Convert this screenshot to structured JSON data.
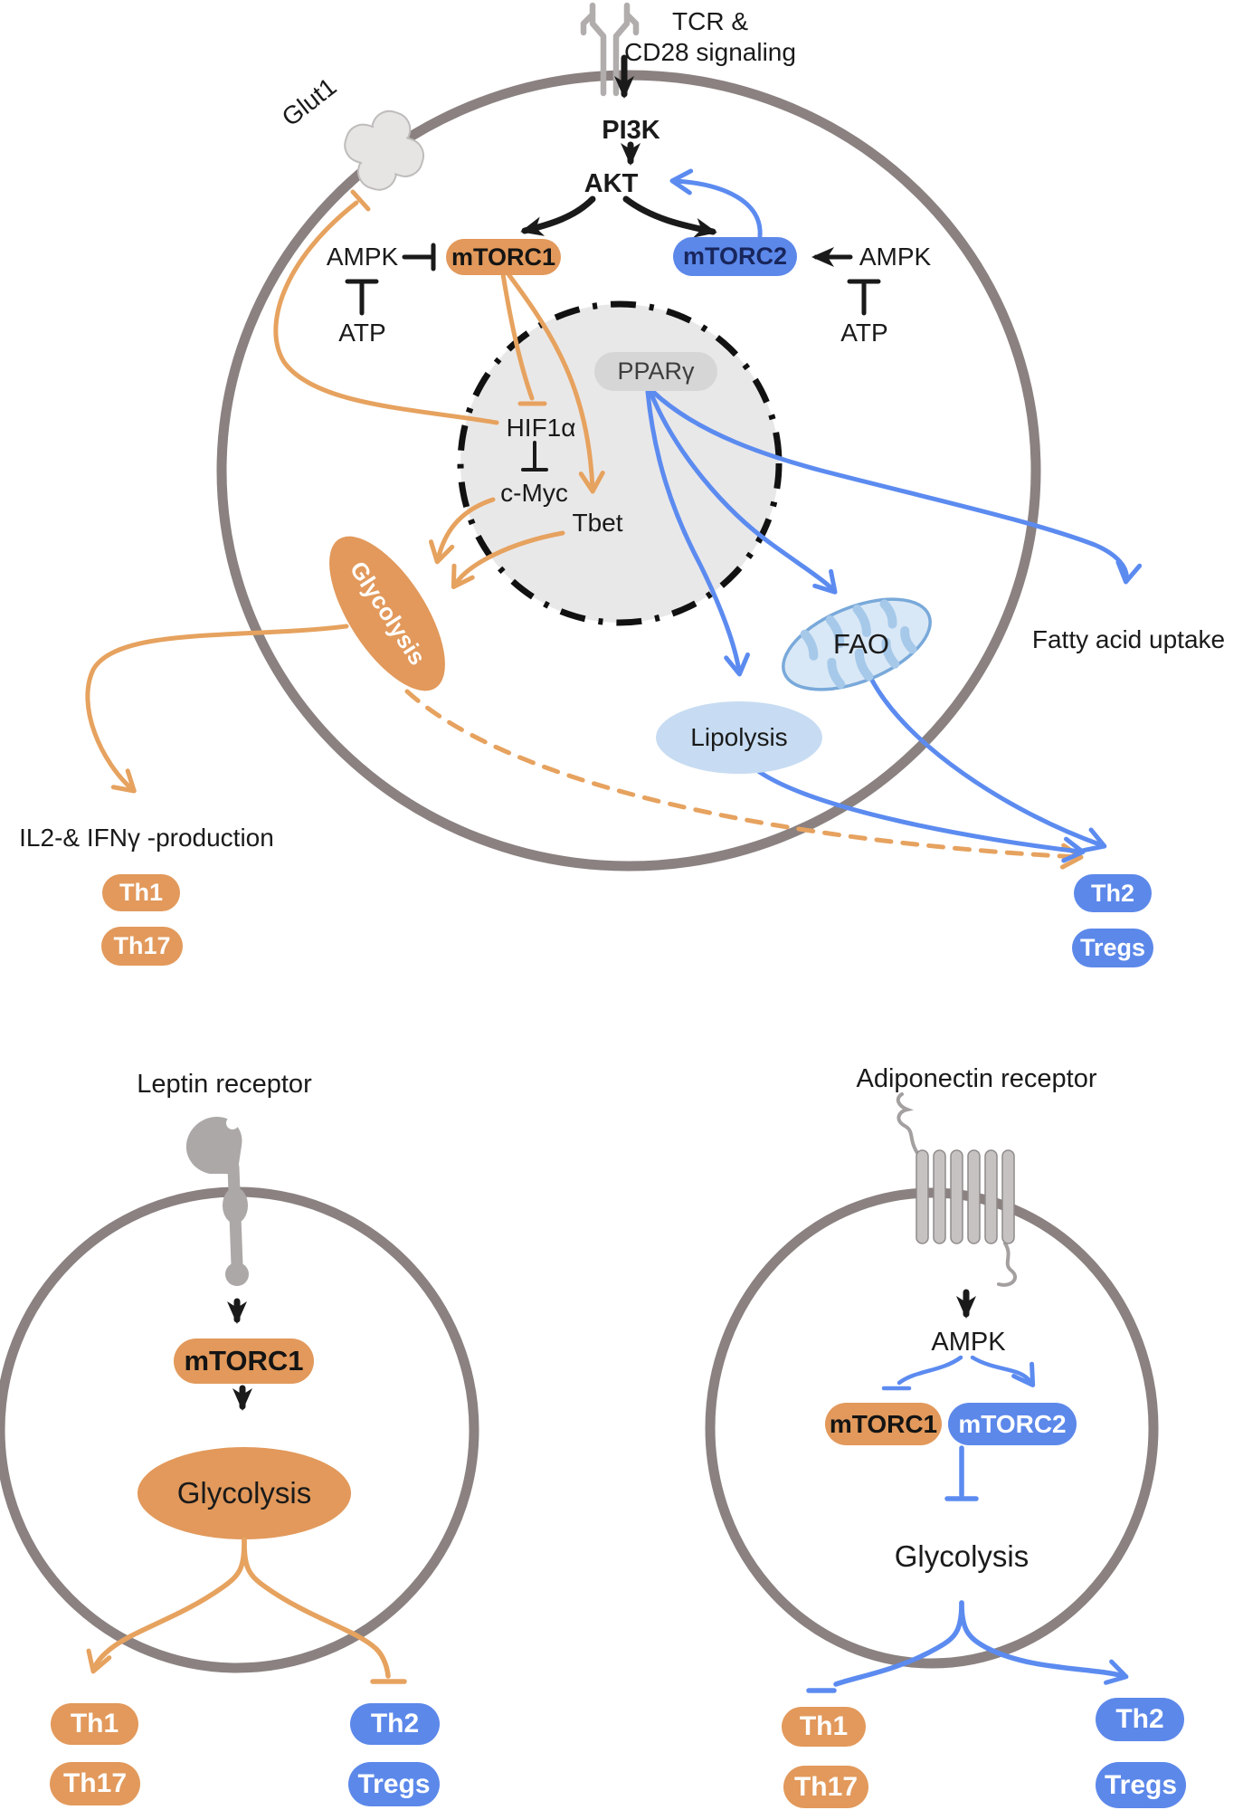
{
  "top": {
    "tcr_line1": "TCR &",
    "tcr_line2": "CD28 signaling",
    "glut1": "Glut1",
    "pi3k": "PI3K",
    "akt": "AKT",
    "ampk_left": "AMPK",
    "atp_left": "ATP",
    "ampk_right": "AMPK",
    "atp_right": "ATP",
    "mtorc1": "mTORC1",
    "mtorc2": "mTORC2",
    "ppargamma": "PPARγ",
    "hif1a": "HIF1α",
    "cmyc": "c-Myc",
    "tbet": "Tbet",
    "glycolysis": "Glycolysis",
    "lipolysis": "Lipolysis",
    "fao": "FAO",
    "fatty_acid_uptake": "Fatty acid uptake",
    "il2_ifn": "IL2-& IFNγ -production",
    "th1": "Th1",
    "th17": "Th17",
    "th2": "Th2",
    "tregs": "Tregs"
  },
  "leptin": {
    "title": "Leptin receptor",
    "mtorc1": "mTORC1",
    "glycolysis": "Glycolysis",
    "th1": "Th1",
    "th17": "Th17",
    "th2": "Th2",
    "tregs": "Tregs"
  },
  "adiponectin": {
    "title": "Adiponectin receptor",
    "ampk": "AMPK",
    "mtorc1": "mTORC1",
    "mtorc2": "mTORC2",
    "glycolysis": "Glycolysis",
    "th1": "Th1",
    "th17": "Th17",
    "th2": "Th2",
    "tregs": "Tregs"
  },
  "colors": {
    "orange": "#E2995B",
    "orange_line": "#E6A25F",
    "blue": "#5C88EA",
    "blue_line": "#5C8BF0",
    "light_blue": "#C7DCF2",
    "membrane_gray": "#8A8180",
    "nucleus_gray": "#E9E8E8",
    "ppar_gray": "#D7D6D6"
  }
}
